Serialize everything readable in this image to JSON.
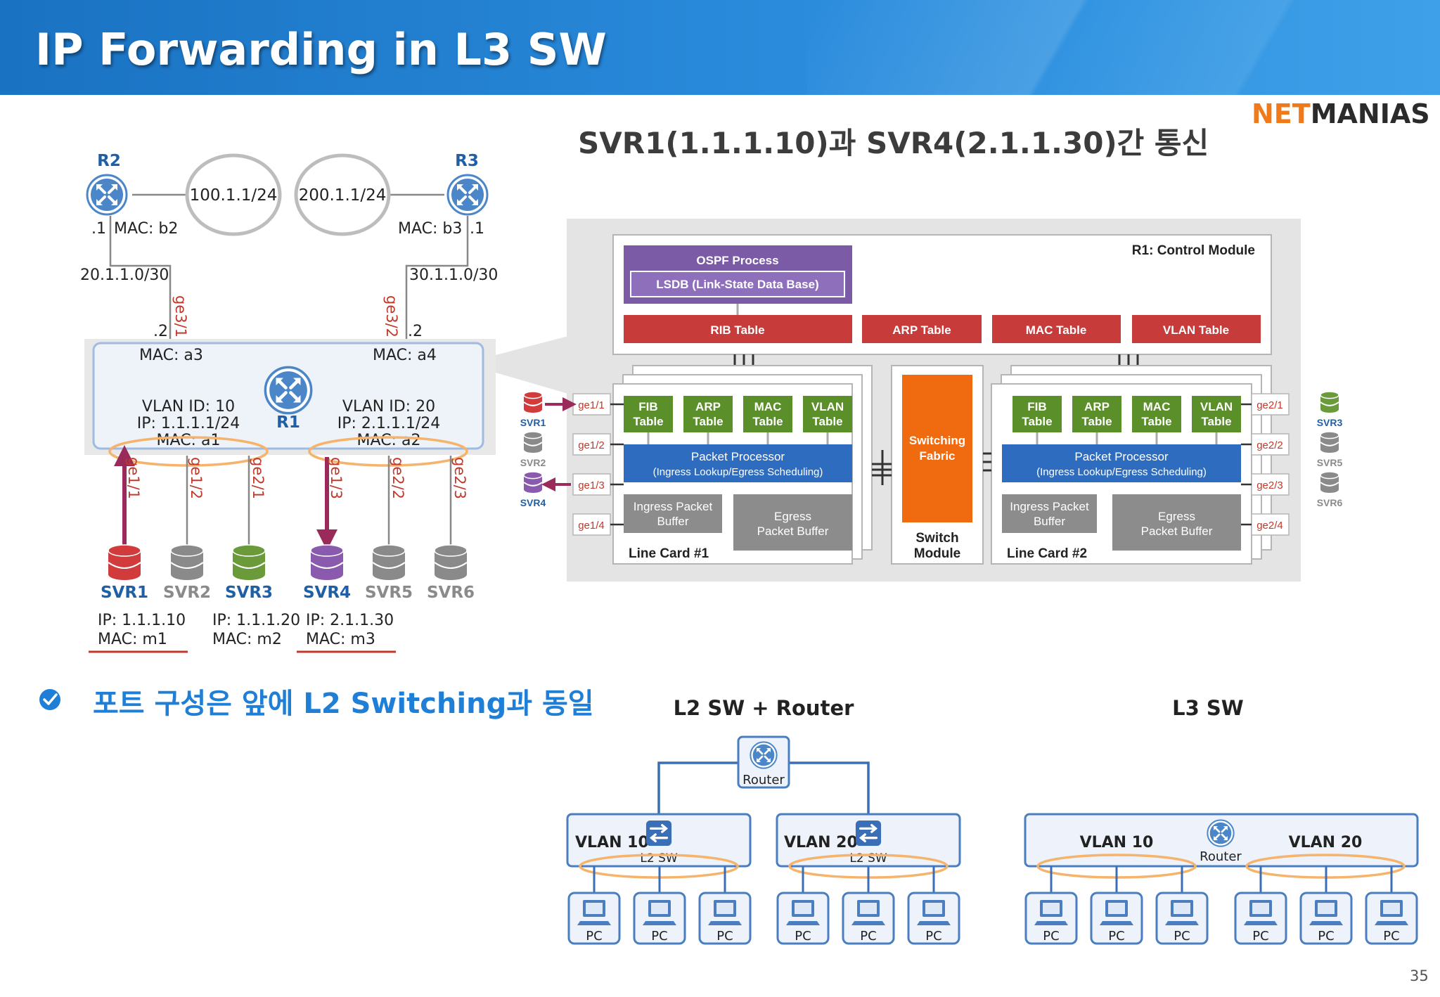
{
  "header": {
    "title": "IP Forwarding in L3 SW",
    "bg": "#1e7ccc"
  },
  "logo": {
    "part1": "NET",
    "part2": "MANIAS",
    "color1": "#f07a1a",
    "color2": "#2b2b2b"
  },
  "subtitle": "SVR1(1.1.1.10)과 SVR4(2.1.1.30)간 통신",
  "topology": {
    "r2": {
      "name": "R2",
      "net": "100.1.1/24",
      "ip": ".1",
      "mac": "MAC: b2",
      "link": "20.1.1.0/30"
    },
    "r3": {
      "name": "R3",
      "net": "200.1.1/24",
      "ip": ".1",
      "mac": "MAC: b3",
      "link": "30.1.1.0/30"
    },
    "r1": {
      "name": "R1",
      "left_port": "ge3/1",
      "right_port": "ge3/2",
      "left_ip": ".2",
      "right_ip": ".2",
      "left_mac": "MAC: a3",
      "right_mac": "MAC: a4",
      "vlan_left": [
        "VLAN ID: 10",
        "IP: 1.1.1.1/24",
        "MAC: a1"
      ],
      "vlan_right": [
        "VLAN ID: 20",
        "IP: 2.1.1.1/24",
        "MAC: a2"
      ]
    },
    "ports": [
      "ge1/1",
      "ge1/2",
      "ge2/1",
      "ge1/3",
      "ge2/2",
      "ge2/3"
    ],
    "servers": [
      {
        "name": "SVR1",
        "color": "#d23b3b",
        "label_color": "#1f5fa8"
      },
      {
        "name": "SVR2",
        "color": "#8a8a8a",
        "label_color": "#8a8a8a"
      },
      {
        "name": "SVR3",
        "color": "#6b9a3a",
        "label_color": "#1f5fa8"
      },
      {
        "name": "SVR4",
        "color": "#8a5aae",
        "label_color": "#1f5fa8"
      },
      {
        "name": "SVR5",
        "color": "#8a8a8a",
        "label_color": "#8a8a8a"
      },
      {
        "name": "SVR6",
        "color": "#8a8a8a",
        "label_color": "#8a8a8a"
      }
    ],
    "svr1_info": [
      "IP: 1.1.1.10",
      "MAC: m1"
    ],
    "svr2_info": [
      "IP: 1.1.1.20",
      "MAC: m2"
    ],
    "svr4_info": [
      "IP: 2.1.1.30",
      "MAC: m3"
    ]
  },
  "architecture": {
    "control_module": "R1: Control Module",
    "ospf": "OSPF Process",
    "lsdb": "LSDB (Link-State Data Base)",
    "rib": "RIB Table",
    "arp": "ARP Table",
    "mac": "MAC Table",
    "vlan": "VLAN Table",
    "line_card_tables": [
      [
        "FIB",
        "Table"
      ],
      [
        "ARP",
        "Table"
      ],
      [
        "MAC",
        "Table"
      ],
      [
        "VLAN",
        "Table"
      ]
    ],
    "packet_processor": [
      "Packet Processor",
      "(Ingress Lookup/Egress Scheduling)"
    ],
    "ingress_buffer": [
      "Ingress Packet",
      "Buffer"
    ],
    "egress_buffer": [
      "Egress",
      "Packet Buffer"
    ],
    "line_card_1": "Line Card #1",
    "line_card_2": "Line Card #2",
    "switching_fabric": [
      "Switching",
      "Fabric"
    ],
    "switch_module": [
      "Switch",
      "Module"
    ],
    "left_ports": [
      "ge1/1",
      "ge1/2",
      "ge1/3",
      "ge1/4"
    ],
    "right_ports": [
      "ge2/1",
      "ge2/2",
      "ge2/3",
      "ge2/4"
    ],
    "left_servers": [
      "SVR1",
      "SVR2",
      "SVR4"
    ],
    "right_servers": [
      "SVR3",
      "SVR5",
      "SVR6"
    ]
  },
  "note": "포트 구성은 앞에 L2 Switching과 동일",
  "comparison": {
    "l2_title": "L2 SW + Router",
    "l3_title": "L3 SW",
    "router": "Router",
    "vlan10": "VLAN 10",
    "vlan20": "VLAN 20",
    "l2sw": "L2 SW",
    "pc": "PC"
  },
  "page_number": "35"
}
